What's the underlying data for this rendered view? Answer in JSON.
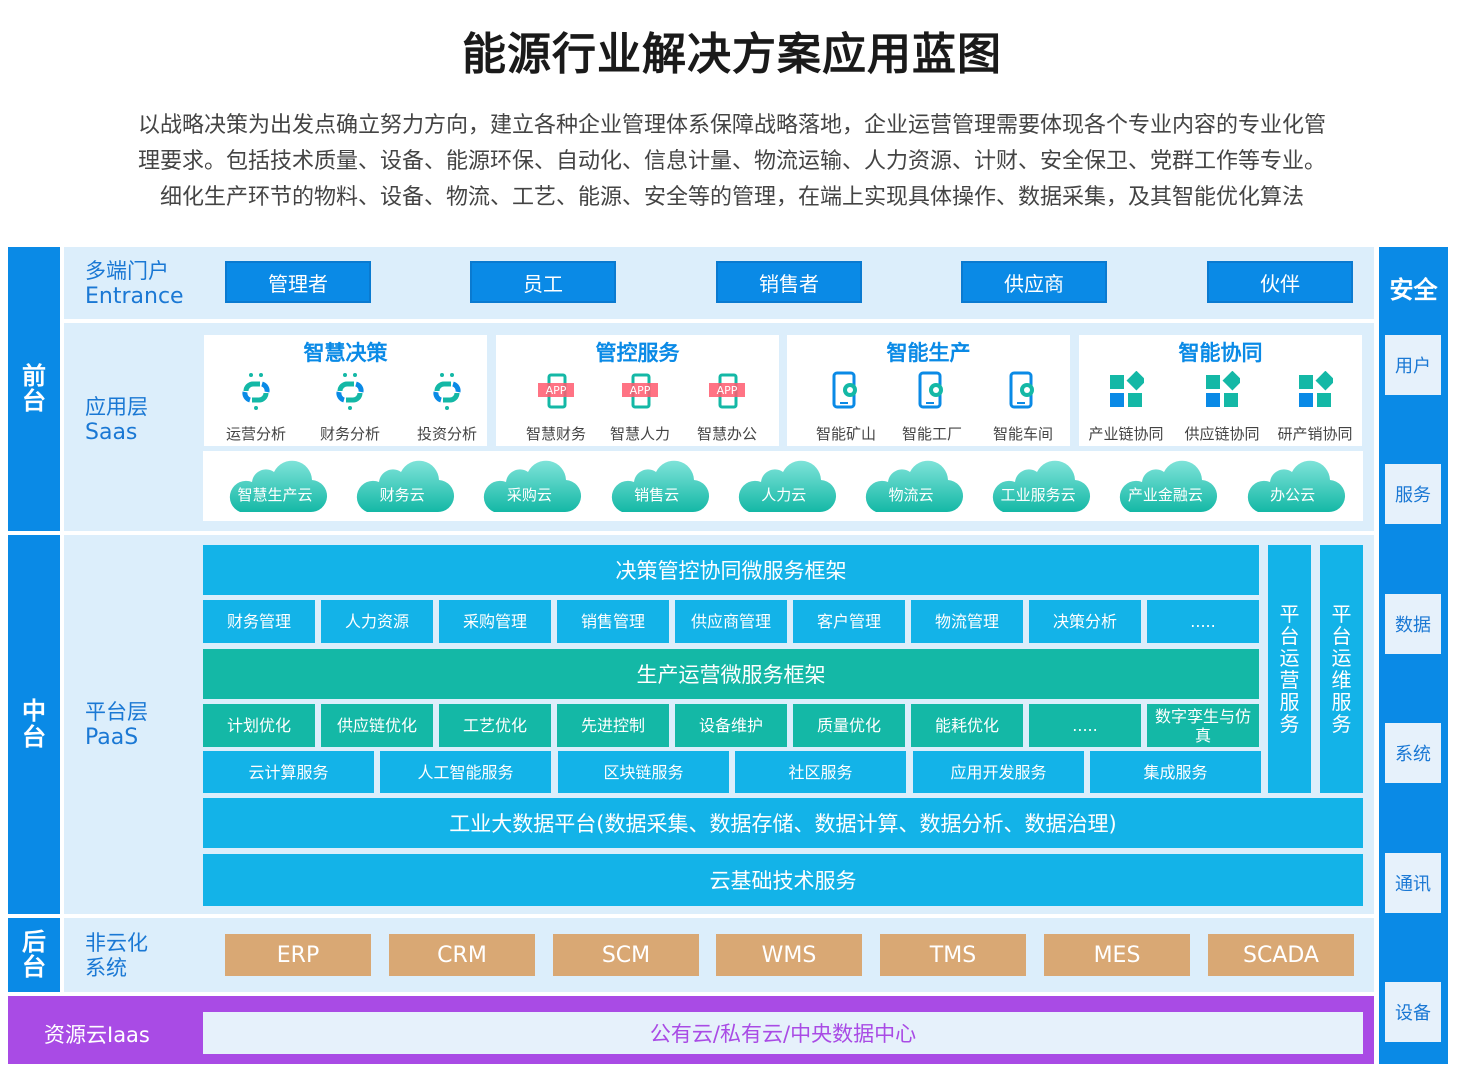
{
  "title": "能源行业解决方案应用蓝图",
  "description": [
    "以战略决策为出发点确立努力方向，建立各种企业管理体系保障战略落地，企业运营管理需要体现各个专业内容的专业化管",
    "理要求。包括技术质量、设备、能源环保、自动化、信息计量、物流运输、人力资源、计财、安全保卫、党群工作等专业。",
    "细化生产环节的物料、设备、物流、工艺、能源、安全等的管理，在端上实现具体操作、数据采集，及其智能优化算法"
  ],
  "tiers": {
    "front": "前台",
    "middle": "中台",
    "back": "后台"
  },
  "portal": {
    "label_cn": "多端门户",
    "label_en": "Entrance",
    "buttons": [
      "管理者",
      "员工",
      "销售者",
      "供应商",
      "伙伴"
    ]
  },
  "saas": {
    "label_cn": "应用层",
    "label_en": "Saas",
    "groups": [
      {
        "title": "智慧决策",
        "icon": "link-icon",
        "items": [
          "运营分析",
          "财务分析",
          "投资分析"
        ]
      },
      {
        "title": "管控服务",
        "icon": "app-icon",
        "items": [
          "智慧财务",
          "智慧人力",
          "智慧办公"
        ]
      },
      {
        "title": "智能生产",
        "icon": "phone-gear-icon",
        "items": [
          "智能矿山",
          "智能工厂",
          "智能车间"
        ]
      },
      {
        "title": "智能协同",
        "icon": "grid-icon",
        "items": [
          "产业链协同",
          "供应链协同",
          "研产销协同"
        ]
      }
    ],
    "clouds": [
      "智慧生产云",
      "财务云",
      "采购云",
      "销售云",
      "人力云",
      "物流云",
      "工业服务云",
      "产业金融云",
      "办公云"
    ]
  },
  "paas": {
    "label_cn": "平台层",
    "label_en": "PaaS",
    "framework1": "决策管控协同微服务框架",
    "row1": [
      "财务管理",
      "人力资源",
      "采购管理",
      "销售管理",
      "供应商管理",
      "客户管理",
      "物流管理",
      "决策分析",
      "....."
    ],
    "framework2": "生产运营微服务框架",
    "row2": [
      "计划优化",
      "供应链优化",
      "工艺优化",
      "先进控制",
      "设备维护",
      "质量优化",
      "能耗优化",
      ".....",
      "数字孪生与仿真"
    ],
    "row3": [
      "云计算服务",
      "人工智能服务",
      "区块链服务",
      "社区服务",
      "应用开发服务",
      "集成服务"
    ],
    "side1": "平台运营服务",
    "side2": "平台运维服务",
    "bigdata": "工业大数据平台(数据采集、数据存储、数据计算、数据分析、数据治理)",
    "cloudbase": "云基础技术服务"
  },
  "noncloud": {
    "label": "非云化系统",
    "systems": [
      "ERP",
      "CRM",
      "SCM",
      "WMS",
      "TMS",
      "MES",
      "SCADA"
    ]
  },
  "iaas": {
    "label": "资源云Iaas",
    "content": "公有云/私有云/中央数据中心"
  },
  "security": {
    "title": "安全",
    "items": [
      "用户",
      "服务",
      "数据",
      "系统",
      "通讯",
      "设备"
    ]
  },
  "colors": {
    "primary_blue": "#0a8ae6",
    "cyan": "#13b3e8",
    "teal": "#14b8a6",
    "tan": "#d9a874",
    "purple": "#a94be5",
    "light_band": "#dceefb"
  }
}
